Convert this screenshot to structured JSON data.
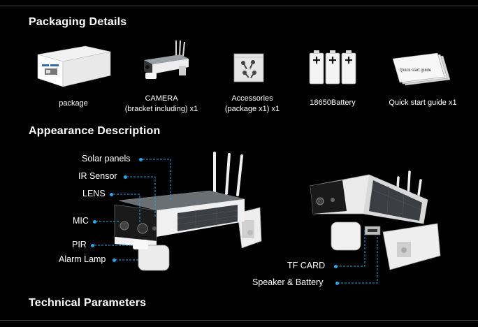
{
  "sections": {
    "packaging": "Packaging Details",
    "appearance": "Appearance Description",
    "technical": "Technical Parameters"
  },
  "packaging_items": [
    {
      "lines": [
        "package"
      ],
      "icon": "package-box-icon"
    },
    {
      "lines": [
        "CAMERA",
        "(bracket including) x1"
      ],
      "icon": "camera-icon"
    },
    {
      "lines": [
        "Accessories",
        "(package x1) x1"
      ],
      "icon": "screws-bag-icon"
    },
    {
      "lines": [
        "18650Battery"
      ],
      "icon": "battery-icon"
    },
    {
      "lines": [
        "Quick start guide x1"
      ],
      "icon": "manual-icon"
    }
  ],
  "guide_cover_text": "Quick start guide",
  "callouts_left": [
    "Solar panels",
    "IR Sensor",
    "LENS",
    "MIC",
    "PIR",
    "Alarm Lamp"
  ],
  "callouts_right": [
    "TF CARD",
    "Speaker & Battery"
  ],
  "colors": {
    "background": "#000000",
    "text": "#ffffff",
    "leader": "#27a3e8"
  }
}
